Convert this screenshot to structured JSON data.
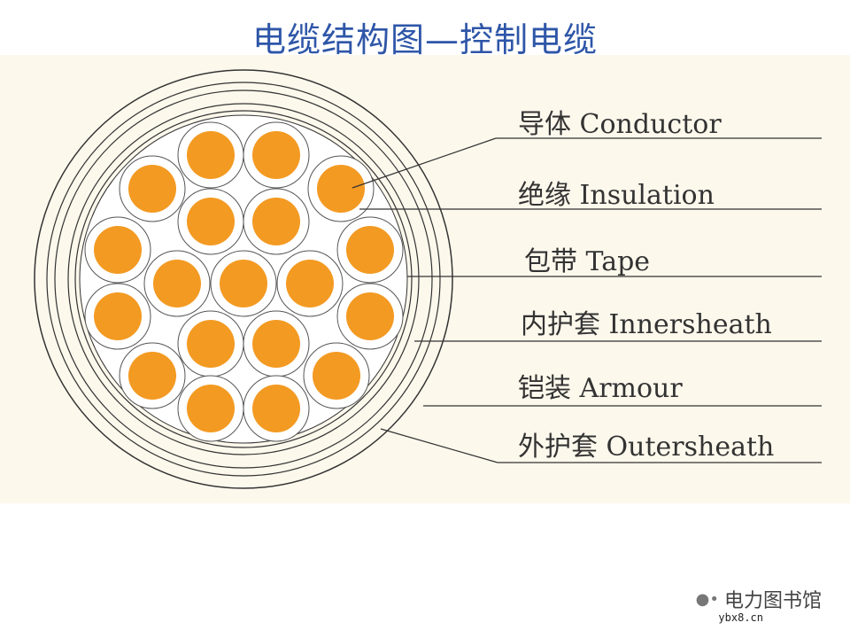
{
  "title": "电缆结构图—控制电缆",
  "colors": {
    "title": "#2e56a8",
    "background": "#fdf8ec",
    "conductor": "#f39a22",
    "insulation": "#ffffff",
    "line": "#333333"
  },
  "labels": [
    "导体 Conductor",
    "绝缘 Insulation",
    "包带 Tape",
    "内护套 Innersheath",
    "铠装 Armour",
    "外护套 Outersheath"
  ],
  "watermark": {
    "icon": "wechat-icon",
    "name": "电力图书馆",
    "site": "ybx8.cn"
  }
}
